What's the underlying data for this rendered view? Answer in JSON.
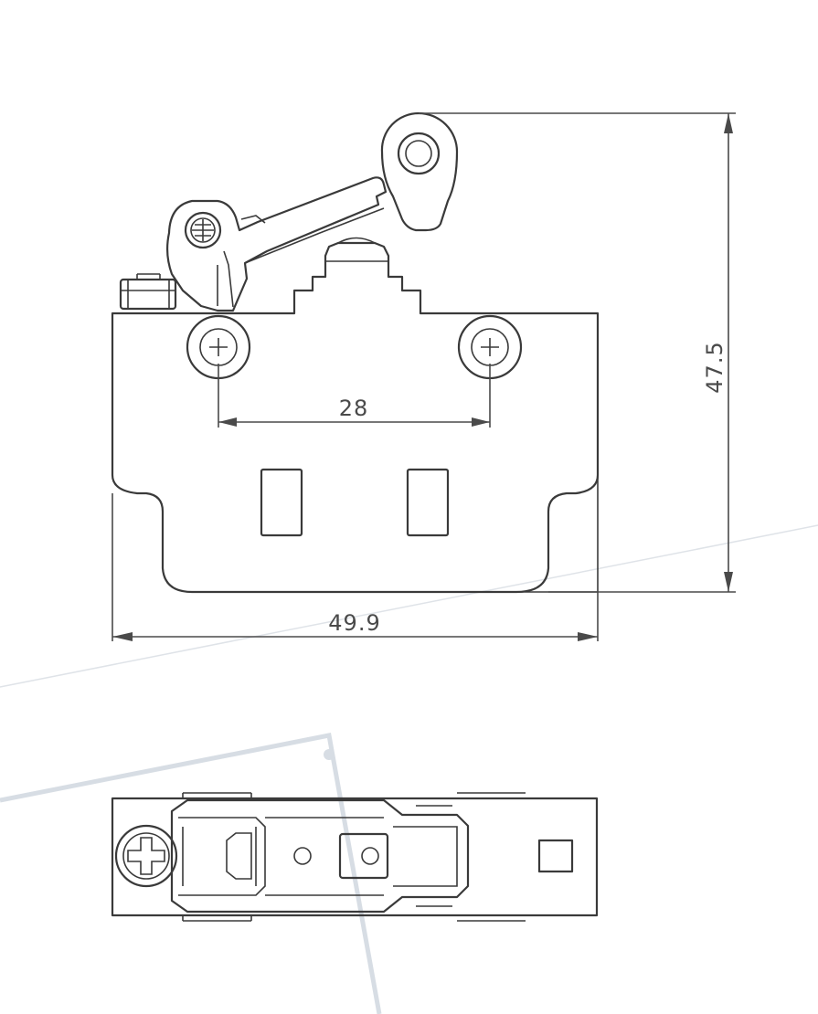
{
  "dimensions": {
    "height_label": "47.5",
    "width_label": "49.9",
    "hole_spacing_label": "28"
  },
  "colors": {
    "line": "#3a3a3a",
    "background": "#ffffff",
    "watermark_line": "#d7dde4"
  }
}
